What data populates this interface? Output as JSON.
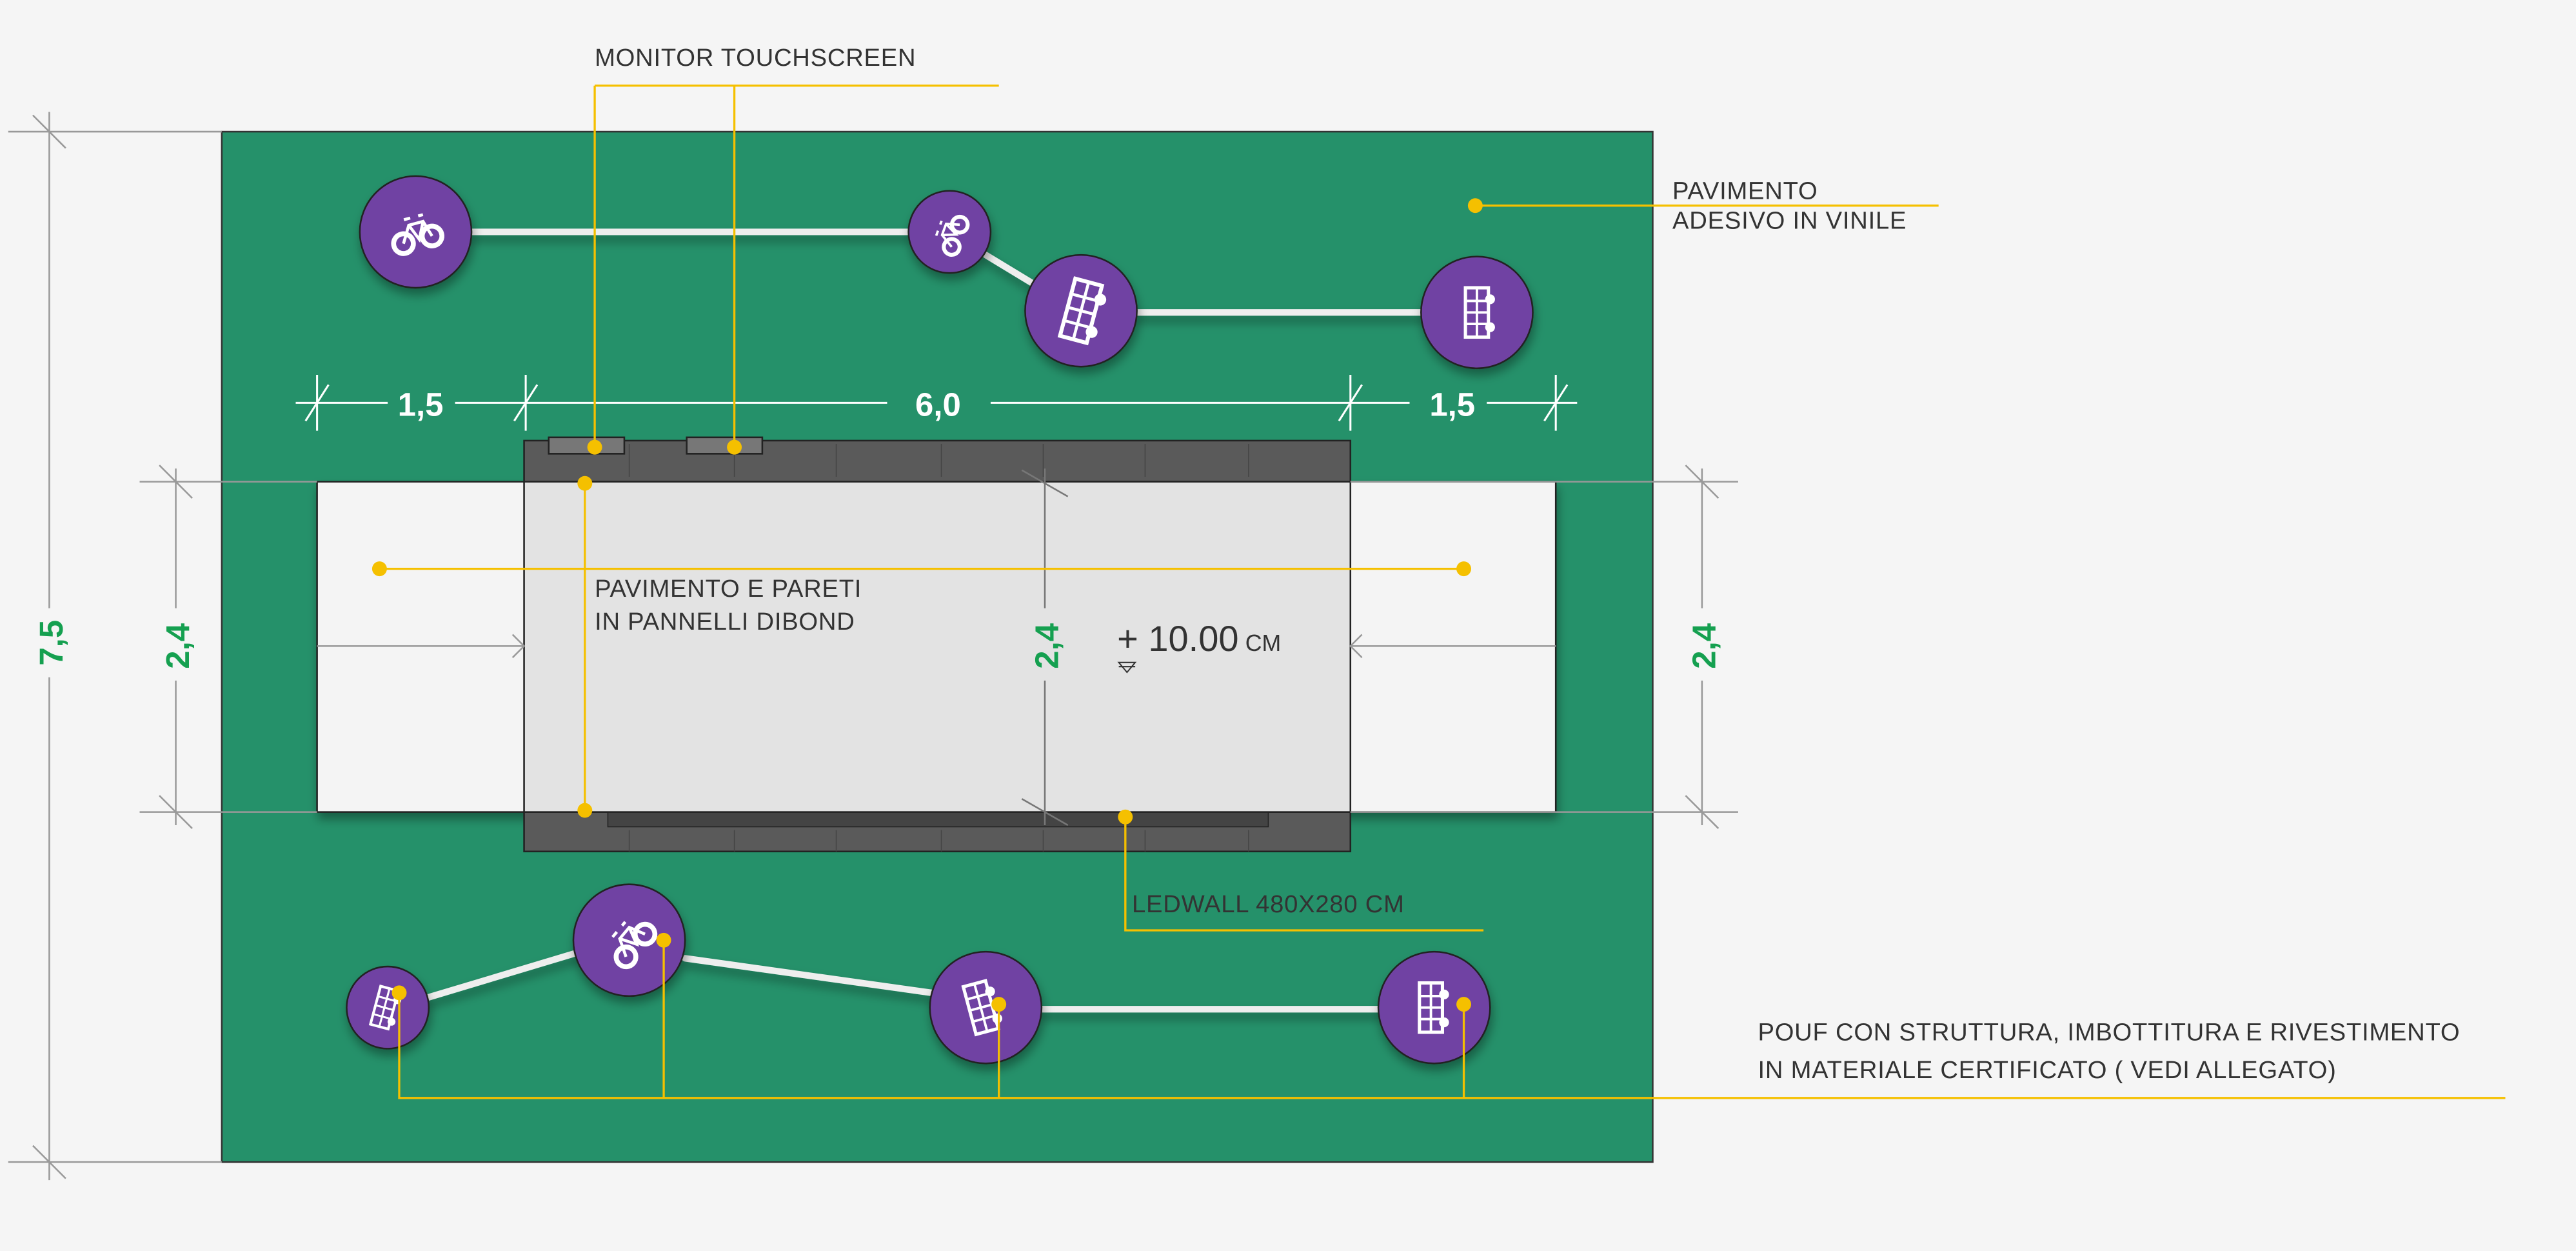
{
  "labels": {
    "monitor": "MONITOR TOUCHSCREEN",
    "floor_line1": "PAVIMENTO",
    "floor_line2": "ADESIVO IN VINILE",
    "panels_line1": "PAVIMENTO E PARETI",
    "panels_line2": "IN PANNELLI DIBOND",
    "level_value": "+ 10.00",
    "level_unit": "CM",
    "ledwall": "LEDWALL 480X280 CM",
    "pouf_line1": "POUF CON STRUTTURA, IMBOTTITURA E RIVESTIMENTO",
    "pouf_line2": "IN MATERIALE CERTIFICATO ( VEDI ALLEGATO)"
  },
  "dimensions": {
    "left_width": "1,5",
    "center_width": "6,0",
    "right_width": "1,5",
    "total_depth": "7,5",
    "strip_depth_left": "2,4",
    "strip_depth_center": "2,4",
    "strip_depth_right": "2,4"
  },
  "colors": {
    "floor": "#25916a",
    "pouf": "#6f42a3",
    "callout": "#f5c000",
    "dimension_text": "#15a050"
  },
  "icons": [
    "bicycle-icon",
    "bus-icon"
  ]
}
